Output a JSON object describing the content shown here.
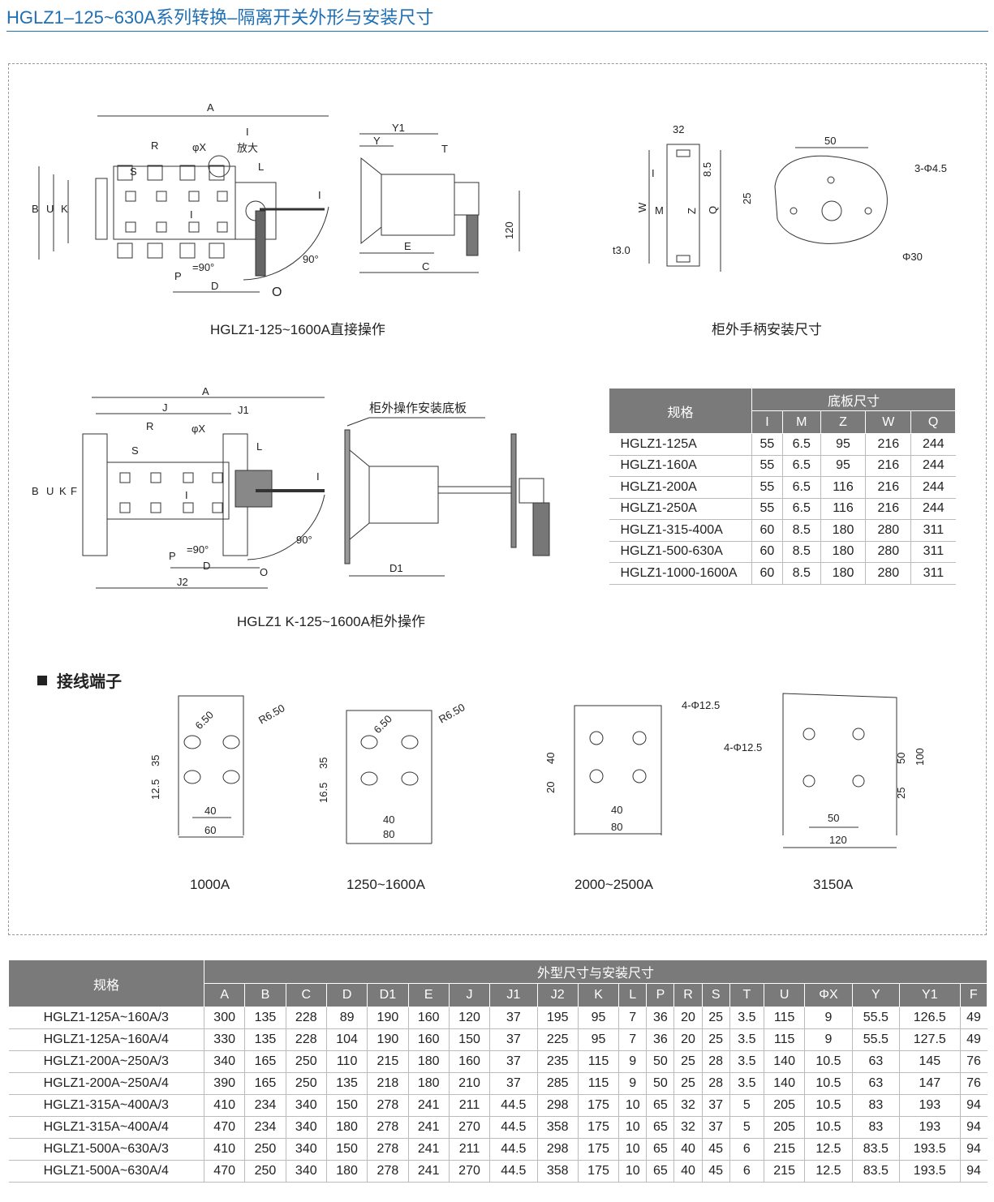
{
  "title": "HGLZ1–125~630A系列转换–隔离开关外形与安装尺寸",
  "captions": {
    "direct": "HGLZ1-125~1600A直接操作",
    "handle": "柜外手柄安装尺寸",
    "external": "HGLZ1 K-125~1600A柜外操作",
    "base_plate": "柜外操作安装底板"
  },
  "section_terminals": "接线端子",
  "labels_direct": {
    "A": "A",
    "R": "R",
    "X": "φX",
    "I": "I",
    "zoom": "放大",
    "S": "S",
    "L": "L",
    "B": "B",
    "U": "U",
    "K": "K",
    "P": "P",
    "D": "D",
    "eq90": "=90°",
    "deg90": "90°",
    "O": "O",
    "Y1": "Y1",
    "Y": "Y",
    "T": "T",
    "E": "E",
    "C": "C",
    "h120": "120",
    "I2": "I"
  },
  "labels_handle": {
    "w32": "32",
    "i": "I",
    "s85": "8.5",
    "W": "W",
    "M": "M",
    "Z": "Z",
    "Q": "Q",
    "t3": "t3.0",
    "w50": "50",
    "holes": "3-Φ4.5",
    "h25": "25",
    "d30": "Φ30"
  },
  "labels_external": {
    "A": "A",
    "J": "J",
    "J1": "J1",
    "R": "R",
    "X": "φX",
    "S": "S",
    "L": "L",
    "B": "B",
    "U": "U",
    "K": "K",
    "F": "F",
    "I": "I",
    "I2": "I",
    "P": "P",
    "D": "D",
    "eq90": "=90°",
    "deg90": "90°",
    "J2": "J2",
    "O": "O",
    "D1": "D1"
  },
  "terminals": [
    {
      "name": "1000A",
      "labels": [
        "6.50",
        "R6.50",
        "35",
        "12.5",
        "40",
        "60"
      ]
    },
    {
      "name": "1250~1600A",
      "labels": [
        "6.50",
        "R6.50",
        "35",
        "16.5",
        "40",
        "80"
      ]
    },
    {
      "name": "2000~2500A",
      "labels": [
        "4-Φ12.5",
        "40",
        "20",
        "40",
        "80"
      ]
    },
    {
      "name": "3150A",
      "labels": [
        "4-Φ12.5",
        "50",
        "100",
        "25",
        "50",
        "120"
      ]
    }
  ],
  "base_table": {
    "spec_header": "规格",
    "group_header": "底板尺寸",
    "columns": [
      "I",
      "M",
      "Z",
      "W",
      "Q"
    ],
    "rows": [
      [
        "HGLZ1-125A",
        "55",
        "6.5",
        "95",
        "216",
        "244"
      ],
      [
        "HGLZ1-160A",
        "55",
        "6.5",
        "95",
        "216",
        "244"
      ],
      [
        "HGLZ1-200A",
        "55",
        "6.5",
        "116",
        "216",
        "244"
      ],
      [
        "HGLZ1-250A",
        "55",
        "6.5",
        "116",
        "216",
        "244"
      ],
      [
        "HGLZ1-315-400A",
        "60",
        "8.5",
        "180",
        "280",
        "311"
      ],
      [
        "HGLZ1-500-630A",
        "60",
        "8.5",
        "180",
        "280",
        "311"
      ],
      [
        "HGLZ1-1000-1600A",
        "60",
        "8.5",
        "180",
        "280",
        "311"
      ]
    ]
  },
  "dim_table": {
    "spec_header": "规格",
    "group_header": "外型尺寸与安装尺寸",
    "columns": [
      "A",
      "B",
      "C",
      "D",
      "D1",
      "E",
      "J",
      "J1",
      "J2",
      "K",
      "L",
      "P",
      "R",
      "S",
      "T",
      "U",
      "ΦX",
      "Y",
      "Y1",
      "F"
    ],
    "rows": [
      [
        "HGLZ1-125A~160A/3",
        "300",
        "135",
        "228",
        "89",
        "190",
        "160",
        "120",
        "37",
        "195",
        "95",
        "7",
        "36",
        "20",
        "25",
        "3.5",
        "115",
        "9",
        "55.5",
        "126.5",
        "49"
      ],
      [
        "HGLZ1-125A~160A/4",
        "330",
        "135",
        "228",
        "104",
        "190",
        "160",
        "150",
        "37",
        "225",
        "95",
        "7",
        "36",
        "20",
        "25",
        "3.5",
        "115",
        "9",
        "55.5",
        "127.5",
        "49"
      ],
      [
        "HGLZ1-200A~250A/3",
        "340",
        "165",
        "250",
        "110",
        "215",
        "180",
        "160",
        "37",
        "235",
        "115",
        "9",
        "50",
        "25",
        "28",
        "3.5",
        "140",
        "10.5",
        "63",
        "145",
        "76"
      ],
      [
        "HGLZ1-200A~250A/4",
        "390",
        "165",
        "250",
        "135",
        "218",
        "180",
        "210",
        "37",
        "285",
        "115",
        "9",
        "50",
        "25",
        "28",
        "3.5",
        "140",
        "10.5",
        "63",
        "147",
        "76"
      ],
      [
        "HGLZ1-315A~400A/3",
        "410",
        "234",
        "340",
        "150",
        "278",
        "241",
        "211",
        "44.5",
        "298",
        "175",
        "10",
        "65",
        "32",
        "37",
        "5",
        "205",
        "10.5",
        "83",
        "193",
        "94"
      ],
      [
        "HGLZ1-315A~400A/4",
        "470",
        "234",
        "340",
        "180",
        "278",
        "241",
        "270",
        "44.5",
        "358",
        "175",
        "10",
        "65",
        "32",
        "37",
        "5",
        "205",
        "10.5",
        "83",
        "193",
        "94"
      ],
      [
        "HGLZ1-500A~630A/3",
        "410",
        "250",
        "340",
        "150",
        "278",
        "241",
        "211",
        "44.5",
        "298",
        "175",
        "10",
        "65",
        "40",
        "45",
        "6",
        "215",
        "12.5",
        "83.5",
        "193.5",
        "94"
      ],
      [
        "HGLZ1-500A~630A/4",
        "470",
        "250",
        "340",
        "180",
        "278",
        "241",
        "270",
        "44.5",
        "358",
        "175",
        "10",
        "65",
        "40",
        "45",
        "6",
        "215",
        "12.5",
        "83.5",
        "193.5",
        "94"
      ]
    ]
  }
}
